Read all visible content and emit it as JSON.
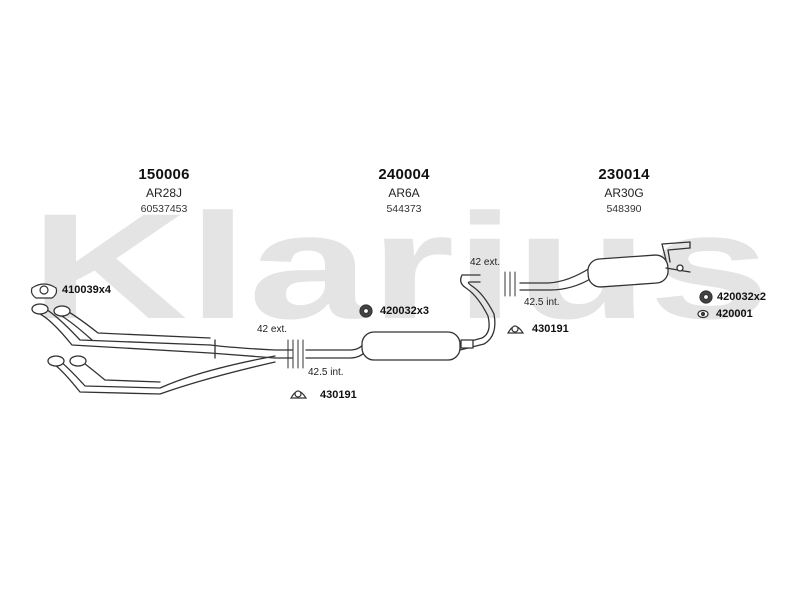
{
  "watermark": {
    "text": "Klarius",
    "color": "#e4e4e4"
  },
  "parts": [
    {
      "number": "150006",
      "code": "AR28J",
      "oem": "60537453"
    },
    {
      "number": "240004",
      "code": "AR6A",
      "oem": "544373"
    },
    {
      "number": "230014",
      "code": "AR30G",
      "oem": "548390"
    }
  ],
  "hardware": [
    {
      "label": "410039x4",
      "icon": "gasket-icon"
    },
    {
      "label": "420032x3",
      "icon": "clamp-icon"
    },
    {
      "label": "430191",
      "icon": "mounting-rubber-icon"
    },
    {
      "label": "430191",
      "icon": "mounting-rubber-icon"
    },
    {
      "label": "420032x2",
      "icon": "clamp-icon"
    },
    {
      "label": "420001",
      "icon": "bolt-icon"
    }
  ],
  "dimensions": {
    "front_ext": "42 ext.",
    "front_int": "42.5 int.",
    "rear_ext": "42 ext.",
    "rear_int": "42.5 int."
  },
  "colors": {
    "line": "#333333",
    "pipe_fill": "#ffffff"
  }
}
